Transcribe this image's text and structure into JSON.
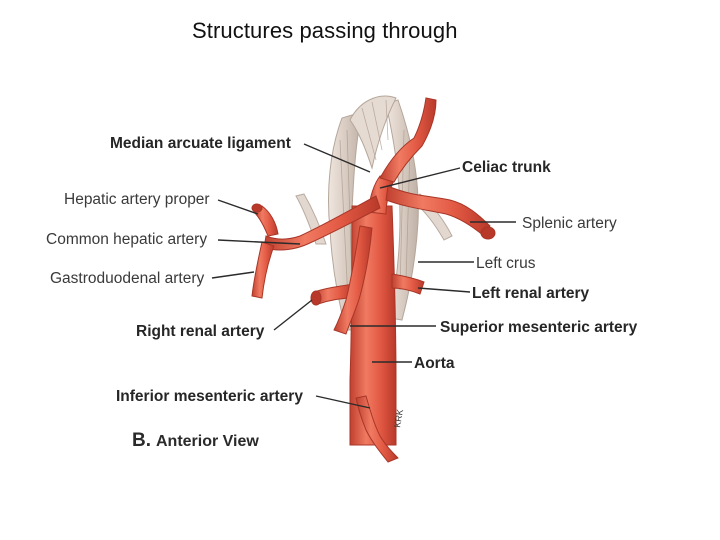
{
  "title": "Structures passing through",
  "labels": {
    "median_arcuate_ligament": "Median arcuate ligament",
    "celiac_trunk": "Celiac trunk",
    "hepatic_artery_proper": "Hepatic artery proper",
    "common_hepatic_artery": "Common hepatic artery",
    "splenic_artery": "Splenic artery",
    "left_crus": "Left crus",
    "gastroduodenal_artery": "Gastroduodenal artery",
    "left_renal_artery": "Left renal artery",
    "right_renal_artery": "Right renal artery",
    "superior_mesenteric_artery": "Superior mesenteric artery",
    "aorta": "Aorta",
    "inferior_mesenteric_artery": "Inferior mesenteric artery"
  },
  "view_letter": "B.",
  "view_caption": "Anterior View",
  "signature": "KRK",
  "colors": {
    "artery": "#e0553f",
    "artery_dark": "#b8392a",
    "artery_light": "#f3a08f",
    "crus": "#ded2c9",
    "crus_shadow": "#b9aba0"
  }
}
